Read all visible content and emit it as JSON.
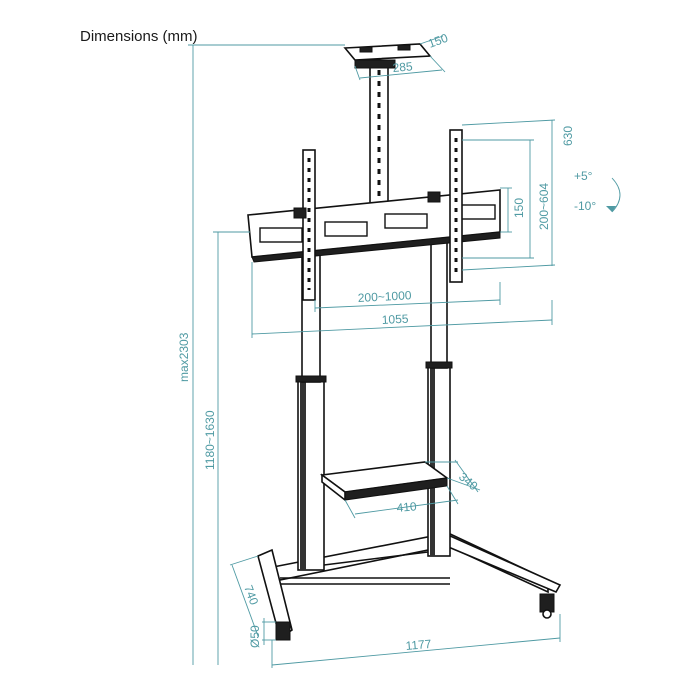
{
  "title": "Dimensions (mm)",
  "dimensions": {
    "top_plate_depth": "150",
    "top_plate_width": "285",
    "bracket_height_total": "630",
    "vesa_vertical": "200~604",
    "bracket_height_small": "150",
    "vesa_horizontal": "200~1000",
    "bracket_width": "1055",
    "max_height": "max2303",
    "height_range": "1180~1630",
    "shelf_depth": "340",
    "shelf_width": "410",
    "base_depth": "740",
    "wheel_diameter": "Ø50",
    "base_width": "1177"
  },
  "tilt": {
    "up": "+5°",
    "down": "-10°"
  },
  "colors": {
    "dimension_line": "#4f9aa3",
    "product": "#1f1f1f"
  }
}
